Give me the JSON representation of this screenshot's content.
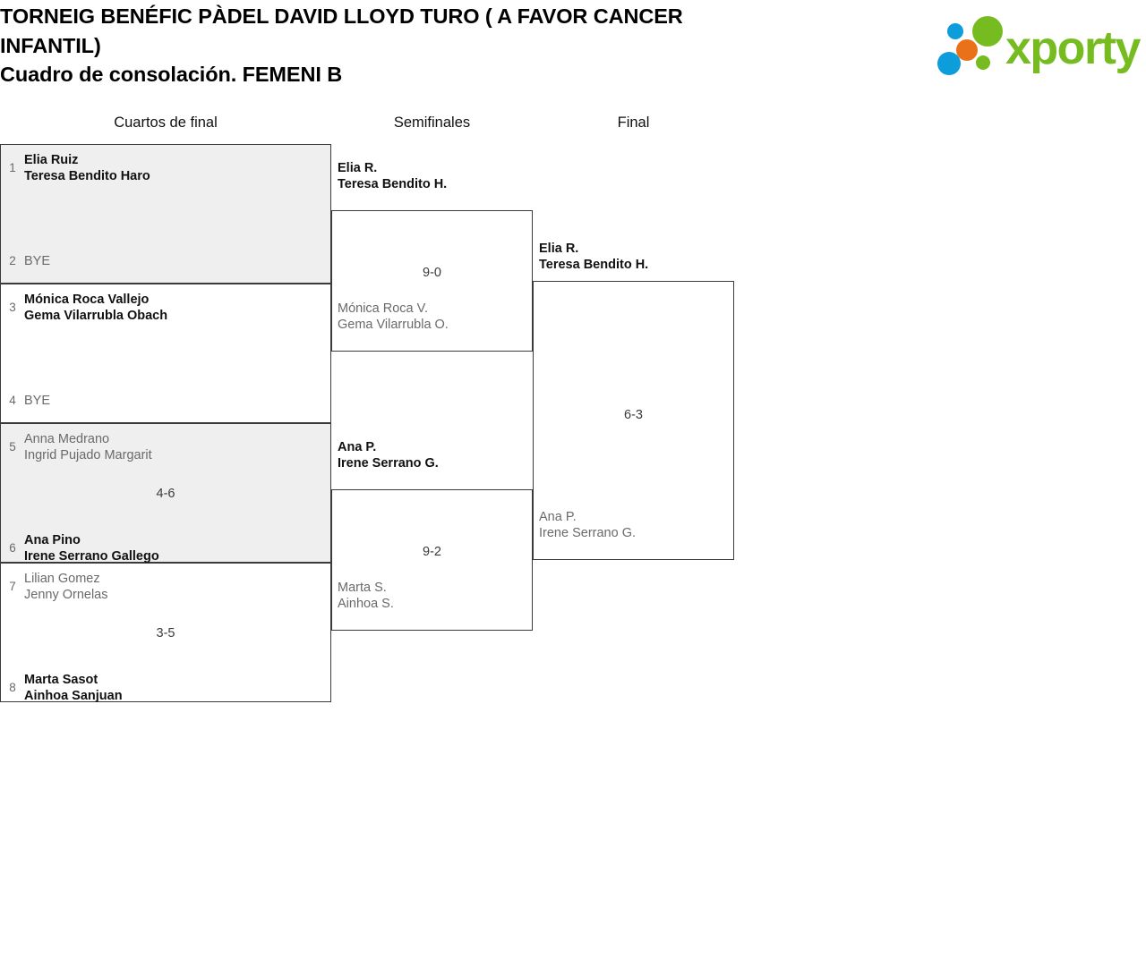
{
  "header": {
    "title_line1": "TORNEIG BENÉFIC PÀDEL DAVID LLOYD TURO ( A FAVOR CANCER",
    "title_line2": "INFANTIL)",
    "title_line3": "Cuadro de consolación. FEMENI B",
    "logo_word": "xporty",
    "logo_colors": {
      "green": "#76bc21",
      "blue": "#0d9ddb",
      "orange": "#e8711a"
    }
  },
  "bracket": {
    "rounds": [
      {
        "key": "qf",
        "label": "Cuartos de final"
      },
      {
        "key": "sf",
        "label": "Semifinales"
      },
      {
        "key": "f",
        "label": "Final"
      }
    ],
    "quarterfinals": [
      {
        "shaded": true,
        "top": {
          "seed": "1",
          "name": "Elia Ruiz\nTeresa Bendito Haro",
          "winner": true
        },
        "bottom": {
          "seed": "2",
          "name": "BYE",
          "winner": false,
          "bye": true
        },
        "score": ""
      },
      {
        "shaded": false,
        "top": {
          "seed": "3",
          "name": "Mónica Roca Vallejo\nGema Vilarrubla Obach",
          "winner": true
        },
        "bottom": {
          "seed": "4",
          "name": "BYE",
          "winner": false,
          "bye": true
        },
        "score": ""
      },
      {
        "shaded": true,
        "top": {
          "seed": "5",
          "name": "Anna Medrano\nIngrid Pujado Margarit",
          "winner": false
        },
        "bottom": {
          "seed": "6",
          "name": "Ana Pino\nIrene Serrano Gallego",
          "winner": true
        },
        "score": "4-6"
      },
      {
        "shaded": false,
        "top": {
          "seed": "7",
          "name": "Lilian Gomez\nJenny Ornelas",
          "winner": false
        },
        "bottom": {
          "seed": "8",
          "name": "Marta Sasot\nAinhoa Sanjuan",
          "winner": true
        },
        "score": "3-5"
      }
    ],
    "semifinals": [
      {
        "top": {
          "name": "Elia R.\nTeresa Bendito H.",
          "winner": true
        },
        "bottom": {
          "name": "Mónica Roca V.\nGema Vilarrubla O.",
          "winner": false
        },
        "score": "9-0"
      },
      {
        "top": {
          "name": "Ana P.\nIrene Serrano G.",
          "winner": true
        },
        "bottom": {
          "name": "Marta S.\nAinhoa S.",
          "winner": false
        },
        "score": "9-2"
      }
    ],
    "final": [
      {
        "top": {
          "name": "Elia R.\nTeresa Bendito H.",
          "winner": true
        },
        "bottom": {
          "name": "Ana P.\nIrene Serrano G.",
          "winner": false
        },
        "score": "6-3"
      }
    ]
  }
}
